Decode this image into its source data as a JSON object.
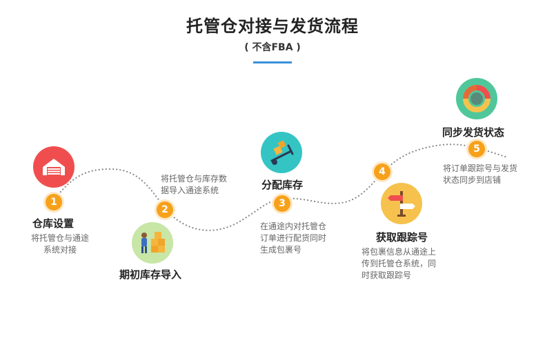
{
  "header": {
    "title": "托管仓对接与发货流程",
    "subtitle": "( 不含FBA )"
  },
  "colors": {
    "accent_blue": "#3a8fd9",
    "badge_orange": "#f7a11a",
    "icon_red": "#f04e4e",
    "icon_green": "#c8e6a6",
    "icon_teal": "#35c4c4",
    "icon_yellow": "#f6c24d",
    "icon_mint": "#4fc79a"
  },
  "steps": [
    {
      "number": "1",
      "title": "仓库设置",
      "desc_lines": [
        "将托管仓与通途",
        "系统对接"
      ],
      "icon": "warehouse-icon"
    },
    {
      "number": "2",
      "title": "期初库存导入",
      "desc_lines": [
        "将托管仓与库存数",
        "据导入通途系统"
      ],
      "icon": "worker-boxes-icon"
    },
    {
      "number": "3",
      "title": "分配库存",
      "desc_lines": [
        "在通途内对托管仓",
        "订单进行配货同时",
        "生成包裹号"
      ],
      "icon": "hand-truck-icon"
    },
    {
      "number": "4",
      "title": "获取跟踪号",
      "desc_lines": [
        "将包裹信息从通途上",
        "传到托管仓系统，同",
        "时获取跟踪号"
      ],
      "icon": "signpost-icon"
    },
    {
      "number": "5",
      "title": "同步发货状态",
      "desc_lines": [
        "将订单跟踪号与发货",
        "状态同步到店铺"
      ],
      "icon": "donut-chart-icon"
    }
  ]
}
